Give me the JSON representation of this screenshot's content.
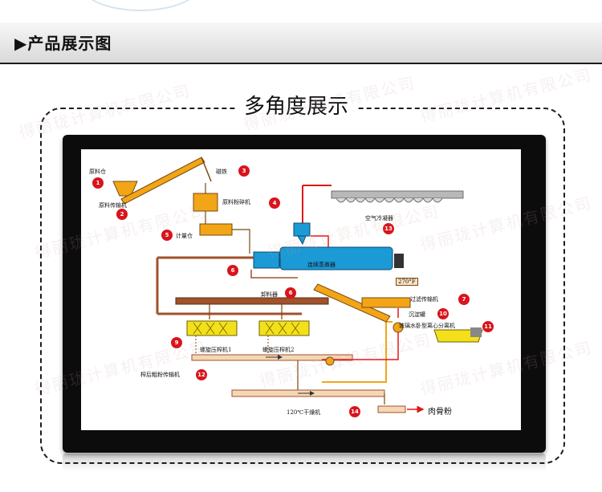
{
  "page": {
    "section_title": "▶产品展示图",
    "frame_title": "多角度展示",
    "watermark": "得丽珑计算机有限公司"
  },
  "diagram": {
    "items": [
      {
        "num": "1",
        "label": "原料仓"
      },
      {
        "num": "2",
        "label": "原料传输机"
      },
      {
        "num": "3",
        "label": "磁铁"
      },
      {
        "num": "4",
        "label": "原料粉碎机"
      },
      {
        "num": "5",
        "label": "计量仓"
      },
      {
        "num": "6",
        "label": "连续蒸煮器"
      },
      {
        "num": "6",
        "label": "卸料器"
      },
      {
        "num": "7",
        "label": "过滤传输机"
      },
      {
        "num": "9",
        "label": "螺旋压榨机1"
      },
      {
        "num": "",
        "label": "螺旋压榨机2"
      },
      {
        "num": "10",
        "label": "沉淀罐"
      },
      {
        "num": "11",
        "label": "玻璃水卧型离心分离机"
      },
      {
        "num": "12",
        "label": "榨后粗粉传输机"
      },
      {
        "num": "13",
        "label": "空气冷凝器"
      },
      {
        "num": "14",
        "label": "120℃干燥机"
      }
    ],
    "temp_label": "270°F",
    "final_product": "肉骨粉",
    "colors": {
      "hopper": "#f2a516",
      "vessel": "#1b9ad6",
      "press": "#f3e01a",
      "conveyor_line": "#a0522d",
      "steam": "#e01818",
      "badge": "#d9141c"
    }
  }
}
